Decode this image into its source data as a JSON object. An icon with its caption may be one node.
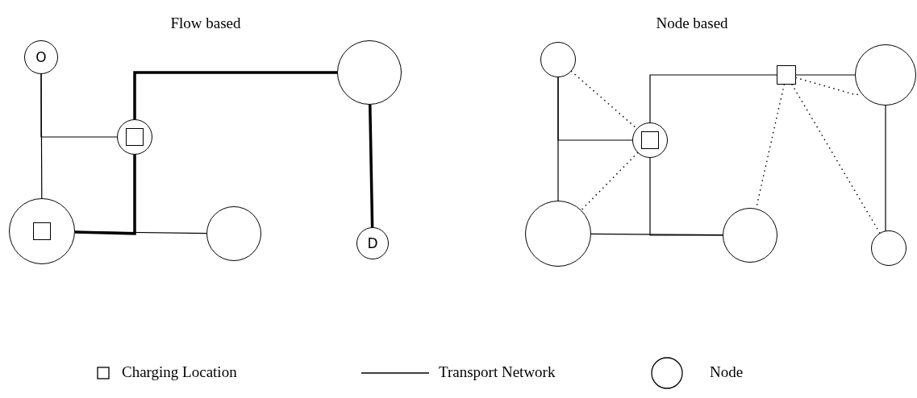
{
  "diagram": {
    "nodes": [
      {
        "text": [
          "O"
        ]
      },
      {
        "text": [],
        "shape": "circle"
      },
      {
        "text": [],
        "shape": "circle"
      },
      {
        "text": [],
        "shape": "circle"
      },
      {
        "text": [],
        "shape": "circle"
      },
      {
        "text": [
          "D"
        ]
      },
      {
        "text": [],
        "shape": "circle"
      },
      {
        "text": [],
        "shape": "box"
      },
      {
        "text": [],
        "shape": "circle"
      },
      {
        "text": [],
        "shape": "circle"
      },
      {
        "text": [],
        "shape": "circle"
      },
      {
        "text": [],
        "shape": "circle"
      },
      {
        "text": [],
        "shape": "circle"
      }
    ],
    "edges": [
      {
        "from": 0,
        "to": 3,
        "arrow": "none"
      },
      {
        "from": 0,
        "to": 2,
        "arrow": "none"
      },
      {
        "from": 3,
        "to": 4,
        "arrow": "none"
      },
      {
        "from": 3,
        "to": 2,
        "arrow": "none",
        "style": "thick"
      },
      {
        "from": 2,
        "to": 1,
        "arrow": "none",
        "style": "thick"
      },
      {
        "from": 1,
        "to": 5,
        "arrow": "none",
        "style": "thick"
      },
      {
        "from": 6,
        "to": 10,
        "arrow": "none"
      },
      {
        "from": 6,
        "to": 9,
        "arrow": "none"
      },
      {
        "from": 9,
        "to": 7,
        "arrow": "none"
      },
      {
        "from": 7,
        "to": 8,
        "arrow": "none"
      },
      {
        "from": 8,
        "to": 12,
        "arrow": "none"
      },
      {
        "from": 10,
        "to": 11,
        "arrow": "none"
      },
      {
        "from": 9,
        "to": 11,
        "arrow": "none"
      },
      {
        "from": 6,
        "to": 9,
        "arrow": "none",
        "style": "dashed"
      },
      {
        "from": 9,
        "to": 10,
        "arrow": "none",
        "style": "dashed"
      },
      {
        "from": 7,
        "to": 11,
        "arrow": "none",
        "style": "dashed"
      },
      {
        "from": 7,
        "to": 12,
        "arrow": "none",
        "style": "dashed"
      },
      {
        "from": 7,
        "to": 8,
        "arrow": "none",
        "style": "dashed"
      }
    ],
    "labels": [
      "Flow based",
      "Node based"
    ],
    "legend": [
      {
        "text": "Charging Location"
      },
      {
        "text": "Transport Network"
      },
      {
        "text": "Node"
      }
    ]
  }
}
